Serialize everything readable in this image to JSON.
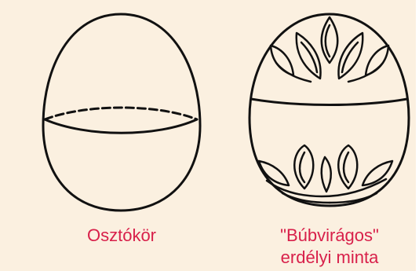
{
  "captions": {
    "plain_egg": "Osztókör",
    "decorated_egg_line1": "\"Búbvirágos\"",
    "decorated_egg_line2": "erdélyi minta"
  },
  "colors": {
    "background": "#fbf0e0",
    "caption": "#d8204a",
    "ink": "#111111"
  }
}
